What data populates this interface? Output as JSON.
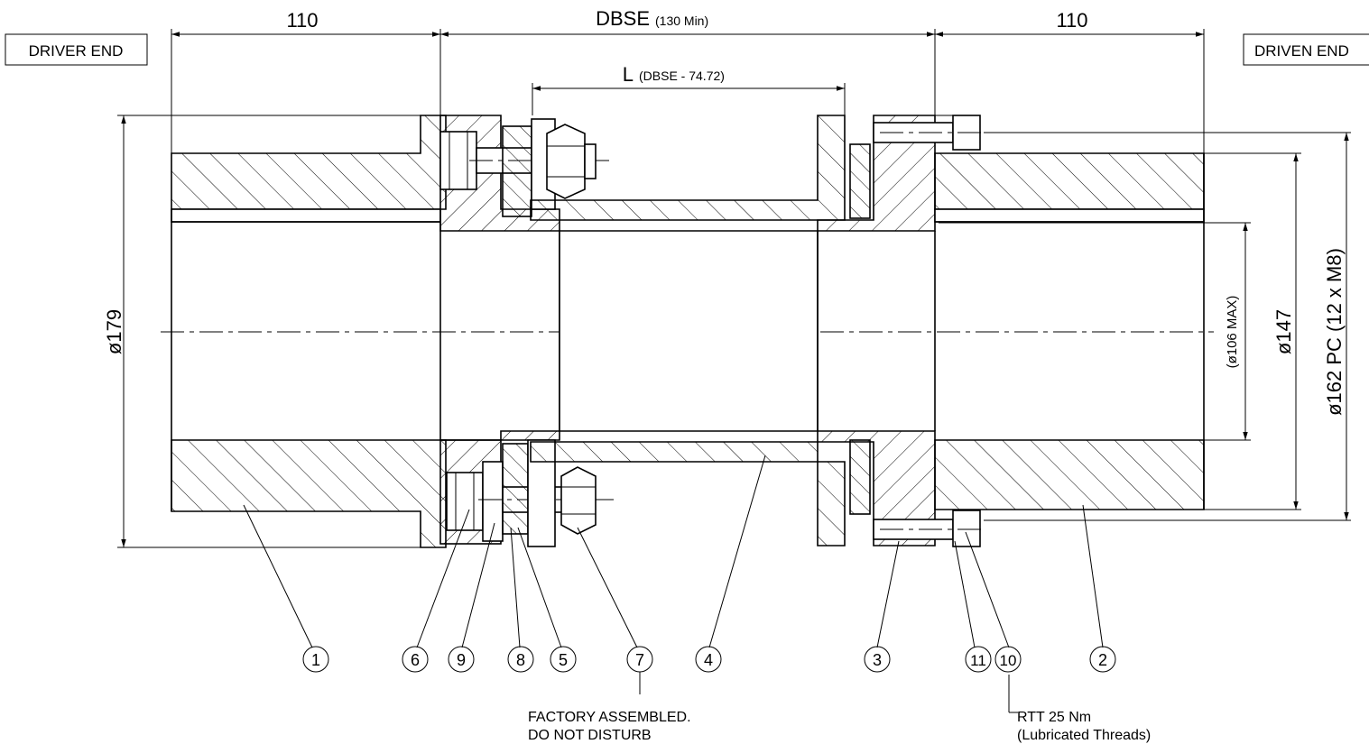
{
  "labels": {
    "driver_end": "DRIVER END",
    "driven_end": "DRIVEN END"
  },
  "dimensions": {
    "left_hub_length": "110",
    "right_hub_length": "110",
    "dbse": "DBSE",
    "dbse_note": "(130 Min)",
    "spacer_length": "L",
    "spacer_length_note": "(DBSE - 74.72)",
    "outer_diameter": "ø179",
    "max_bore": "(ø106 MAX)",
    "hub_diameter": "ø147",
    "pitch_circle": "ø162 PC (12 x M8)"
  },
  "balloons": {
    "b1": "1",
    "b2": "2",
    "b3": "3",
    "b4": "4",
    "b5": "5",
    "b6": "6",
    "b7": "7",
    "b8": "8",
    "b9": "9",
    "b10": "10",
    "b11": "11"
  },
  "notes": {
    "factory_line1": "FACTORY ASSEMBLED.",
    "factory_line2": "DO NOT DISTURB",
    "torque_line1": "RTT 25 Nm",
    "torque_line2": "(Lubricated Threads)"
  }
}
